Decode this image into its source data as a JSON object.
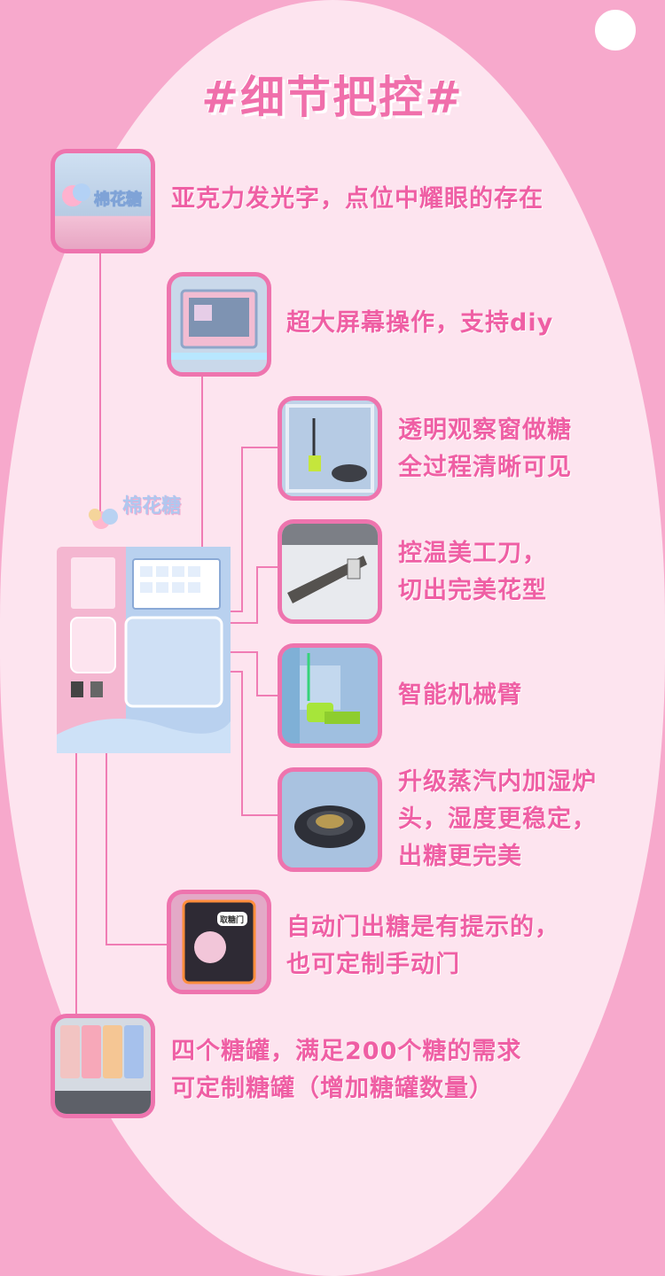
{
  "title": "#细节把控#",
  "machine_logo_text": "棉花糖",
  "features": [
    {
      "id": "acrylic",
      "lines": [
        "亚克力发光字，点位中耀眼的存在"
      ],
      "icon": "acrylic-sign-photo"
    },
    {
      "id": "screen",
      "lines": [
        "超大屏幕操作，支持diy"
      ],
      "icon": "touchscreen-photo"
    },
    {
      "id": "window",
      "lines": [
        "透明观察窗做糖",
        "全过程清晰可见"
      ],
      "icon": "observation-window-photo"
    },
    {
      "id": "knife",
      "lines": [
        "控温美工刀，",
        "切出完美花型"
      ],
      "icon": "cutter-knife-photo"
    },
    {
      "id": "arm",
      "lines": [
        "智能机械臂"
      ],
      "icon": "robot-arm-photo"
    },
    {
      "id": "steam",
      "lines": [
        "升级蒸汽内加湿炉",
        "头，湿度更稳定，",
        "出糖更完美"
      ],
      "icon": "steam-head-photo"
    },
    {
      "id": "door",
      "lines": [
        "自动门出糖是有提示的，",
        "也可定制手动门"
      ],
      "icon": "auto-door-photo"
    },
    {
      "id": "canisters",
      "lines": [
        "四个糖罐，满足200个糖的需求",
        "可定制糖罐（增加糖罐数量）"
      ],
      "icon": "sugar-canisters-photo"
    }
  ],
  "door_sign_text": "取糖门",
  "colors": {
    "accent": "#ef5fa4",
    "border": "#ee74ae",
    "background": "#fde4ef",
    "outer": "#f7a9cc"
  }
}
